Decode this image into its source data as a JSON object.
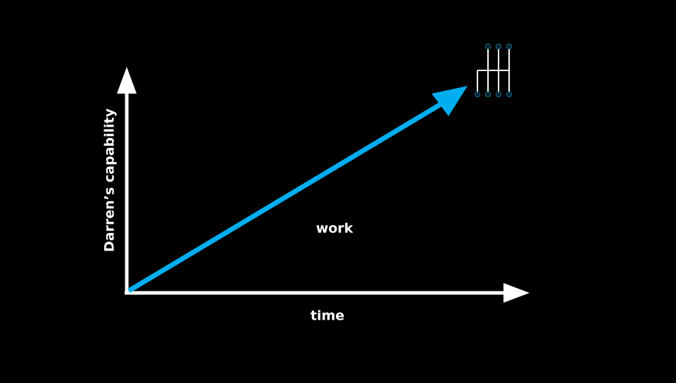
{
  "diagram": {
    "y_axis_label": "Darren’s capability",
    "x_axis_label": "time",
    "region_label": "work",
    "gear_shifter": {
      "icon": "gear-shifter-icon",
      "top_gears": [
        "1",
        "3",
        "5"
      ],
      "bottom_gears": [
        "R",
        "2",
        "4",
        "6"
      ]
    }
  },
  "colors": {
    "background": "#000000",
    "axes": "#ffffff",
    "growth_arrow": "#00aeef",
    "gear_icon": "#ffffff",
    "gear_circles": "#1ab0ea"
  }
}
